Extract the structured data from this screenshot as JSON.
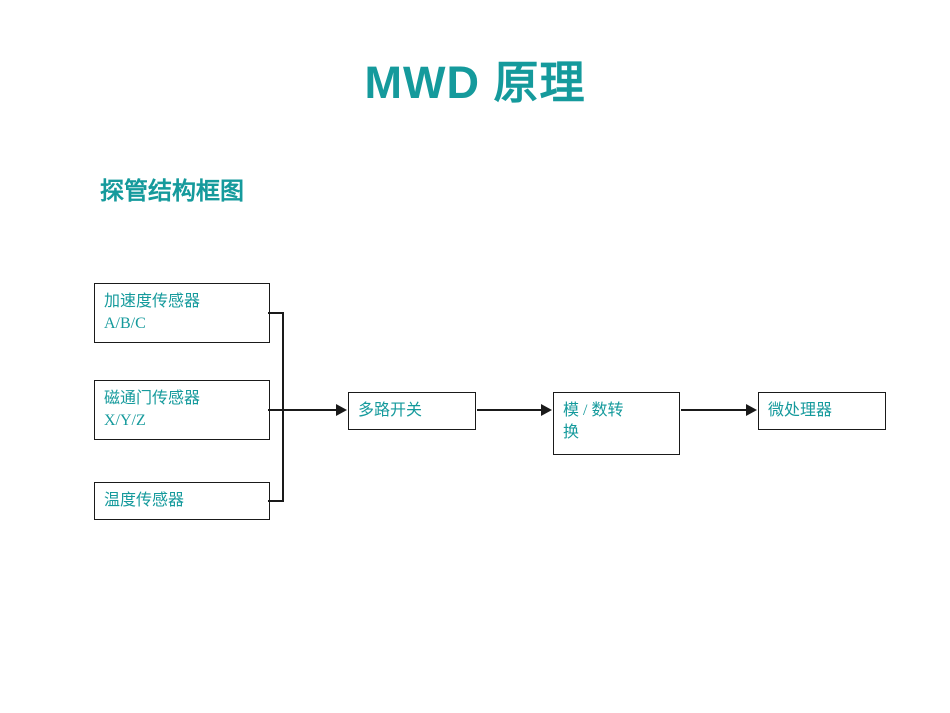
{
  "slide": {
    "title": "MWD 原理",
    "subtitle": "探管结构框图",
    "accent_color": "#159a9c",
    "line_color": "#1a1a1a",
    "background": "#ffffff"
  },
  "diagram": {
    "type": "block-flow",
    "boxes": [
      {
        "id": "accel",
        "line1": "加速度传感器",
        "line2": "A/B/C"
      },
      {
        "id": "fluxgate",
        "line1": "磁通门传感器",
        "line2": "X/Y/Z"
      },
      {
        "id": "temp",
        "line1": "温度传感器",
        "line2": ""
      },
      {
        "id": "mux",
        "line1": "多路开关",
        "line2": ""
      },
      {
        "id": "adc",
        "line1": "模 / 数转",
        "line2": "换"
      },
      {
        "id": "mcu",
        "line1": "微处理器",
        "line2": ""
      }
    ],
    "connections": [
      {
        "from": "accel",
        "to": "mux"
      },
      {
        "from": "fluxgate",
        "to": "mux"
      },
      {
        "from": "temp",
        "to": "mux"
      },
      {
        "from": "mux",
        "to": "adc"
      },
      {
        "from": "adc",
        "to": "mcu"
      }
    ]
  }
}
